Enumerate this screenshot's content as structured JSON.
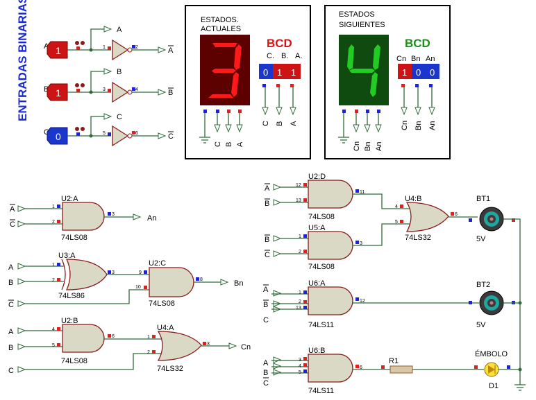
{
  "side_title": "ENTRADAS BINARIAS",
  "inputs": [
    {
      "name": "A",
      "value": "1",
      "gate": "1",
      "pin": "2",
      "out": "A",
      "out_bar": "A"
    },
    {
      "name": "B",
      "value": "1",
      "gate": "3",
      "pin": "4",
      "out": "B",
      "out_bar": "B"
    },
    {
      "name": "C",
      "value": "0",
      "gate": "5",
      "pin": "6",
      "out": "C",
      "out_bar": "C"
    }
  ],
  "current": {
    "title_line1": "ESTADOS.",
    "title_line2": "ACTUALES",
    "bcd": "BCD",
    "cols": [
      "C.",
      "B.",
      "A."
    ],
    "bits": [
      "0",
      "1",
      "1"
    ],
    "probe_labels": [
      "C",
      "B",
      "A"
    ],
    "disp_labels": [
      "C",
      "B",
      "A"
    ]
  },
  "next": {
    "title_line1": "ESTADOS",
    "title_line2": "SIGUIENTES",
    "bcd": "BCD",
    "cols": [
      "Cn",
      "Bn",
      "An"
    ],
    "bits": [
      "1",
      "0",
      "0"
    ],
    "probe_labels": [
      "Cn",
      "Bn",
      "An"
    ],
    "disp_labels": [
      "Cn",
      "Bn",
      "An"
    ]
  },
  "left": {
    "u2a": {
      "ref": "U2:A",
      "part": "74LS08",
      "in1": "A",
      "in2": "C",
      "p1": "1",
      "p2": "2",
      "p3": "3",
      "out": "An"
    },
    "u3a": {
      "ref": "U3:A",
      "part": "74LS86",
      "in1": "A",
      "in2": "B",
      "p1": "1",
      "p2": "2",
      "p3": "3"
    },
    "u2c": {
      "ref": "U2:C",
      "part": "74LS08",
      "in3": "C",
      "p9": "9",
      "p10": "10",
      "p8": "8",
      "out": "Bn"
    },
    "u2b": {
      "ref": "U2:B",
      "part": "74LS08",
      "in1": "A",
      "in2": "B",
      "p4": "4",
      "p5": "5",
      "p6": "6"
    },
    "u4a": {
      "ref": "U4:A",
      "part": "74LS32",
      "in3": "C",
      "p1": "1",
      "p2": "2",
      "p3": "3",
      "out": "Cn"
    }
  },
  "right": {
    "u2d": {
      "ref": "U2:D",
      "part": "74LS08",
      "in1": "A",
      "in2": "B",
      "p12": "12",
      "p13": "13",
      "p11": "11"
    },
    "u5a": {
      "ref": "U5:A",
      "part": "74LS08",
      "in1": "B",
      "in2": "C",
      "p1": "1",
      "p2": "2",
      "p3": "3"
    },
    "u4b": {
      "ref": "U4:B",
      "part": "74LS32",
      "p4": "4",
      "p5": "5",
      "p6": "6"
    },
    "u6a": {
      "ref": "U6:A",
      "part": "74LS11",
      "in1": "A",
      "in2": "B",
      "in3": "C",
      "p1": "1",
      "p2": "2",
      "p13": "13",
      "p12": "12"
    },
    "u6b": {
      "ref": "U6:B",
      "part": "74LS11",
      "in1": "A",
      "in2": "B",
      "in3": "C",
      "p3": "3",
      "p4": "4",
      "p5": "5",
      "p6": "6"
    },
    "bt1": {
      "ref": "BT1",
      "volt": "5V"
    },
    "bt2": {
      "ref": "BT2",
      "volt": "5V"
    },
    "r1": "R1",
    "embolo": "ÉMBOLO",
    "d1": "D1"
  }
}
